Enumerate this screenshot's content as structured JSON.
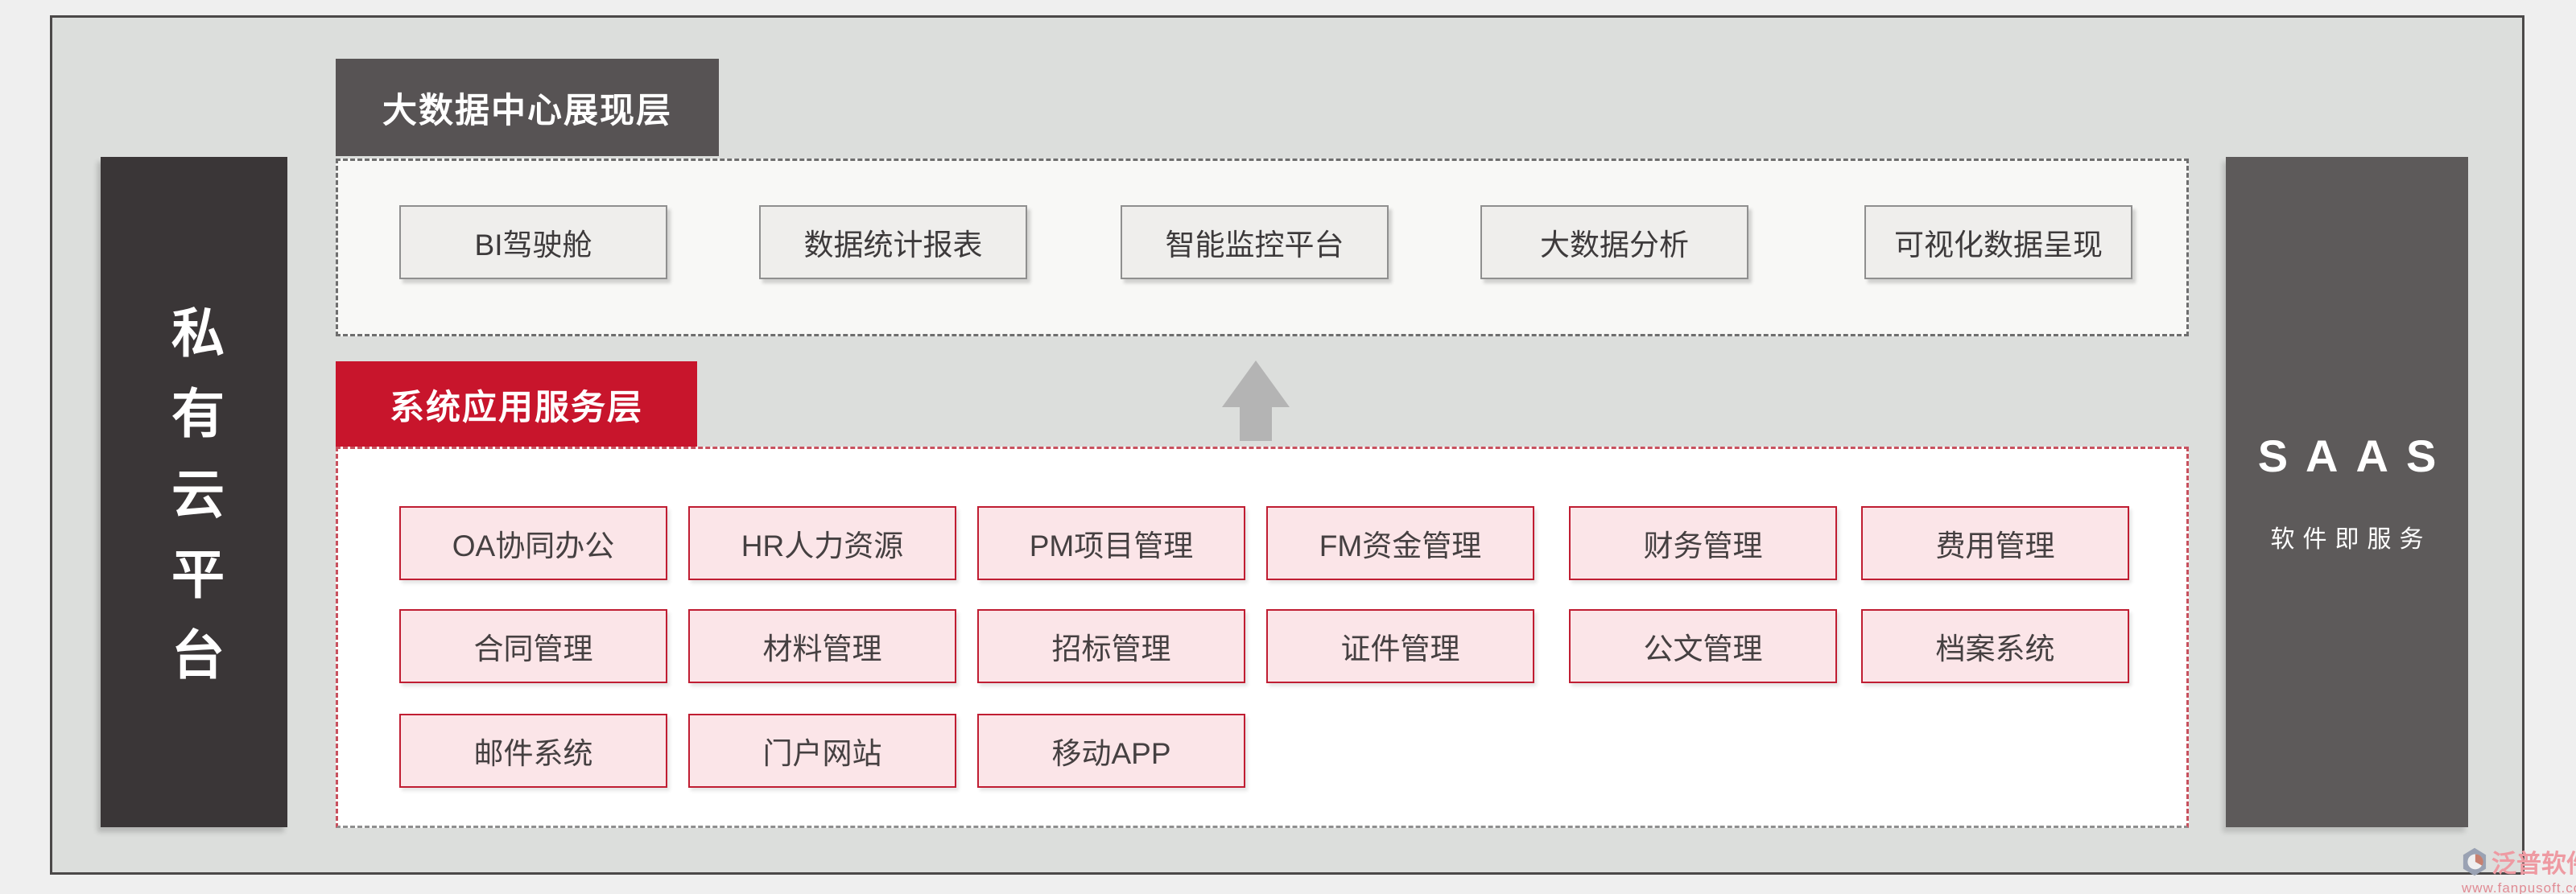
{
  "diagram": {
    "left_panel": {
      "title": "私有云平台"
    },
    "right_panel": {
      "title": "SAAS",
      "subtitle": "软件即服务"
    },
    "presentation_layer": {
      "header": "大数据中心展现层",
      "items": [
        "BI驾驶舱",
        "数据统计报表",
        "智能监控平台",
        "大数据分析",
        "可视化数据呈现"
      ]
    },
    "service_layer": {
      "header": "系统应用服务层",
      "rows": [
        [
          "OA协同办公",
          "HR人力资源",
          "PM项目管理",
          "FM资金管理",
          "财务管理",
          "费用管理"
        ],
        [
          "合同管理",
          "材料管理",
          "招标管理",
          "证件管理",
          "公文管理",
          "档案系统"
        ],
        [
          "邮件系统",
          "门户网站",
          "移动APP"
        ]
      ]
    }
  },
  "watermark": {
    "brand": "泛普软件",
    "url": "www.fanpusoft.com"
  },
  "colors": {
    "accent_red": "#c8152c",
    "dark_panel": "#3a3637",
    "gray_panel": "#5d5a5a",
    "header_gray": "#575354",
    "pink_fill": "#fbe5e8",
    "pink_border": "#c01d32",
    "canvas_gray": "#dcdedc",
    "arrow_gray": "#b4b4b4"
  }
}
